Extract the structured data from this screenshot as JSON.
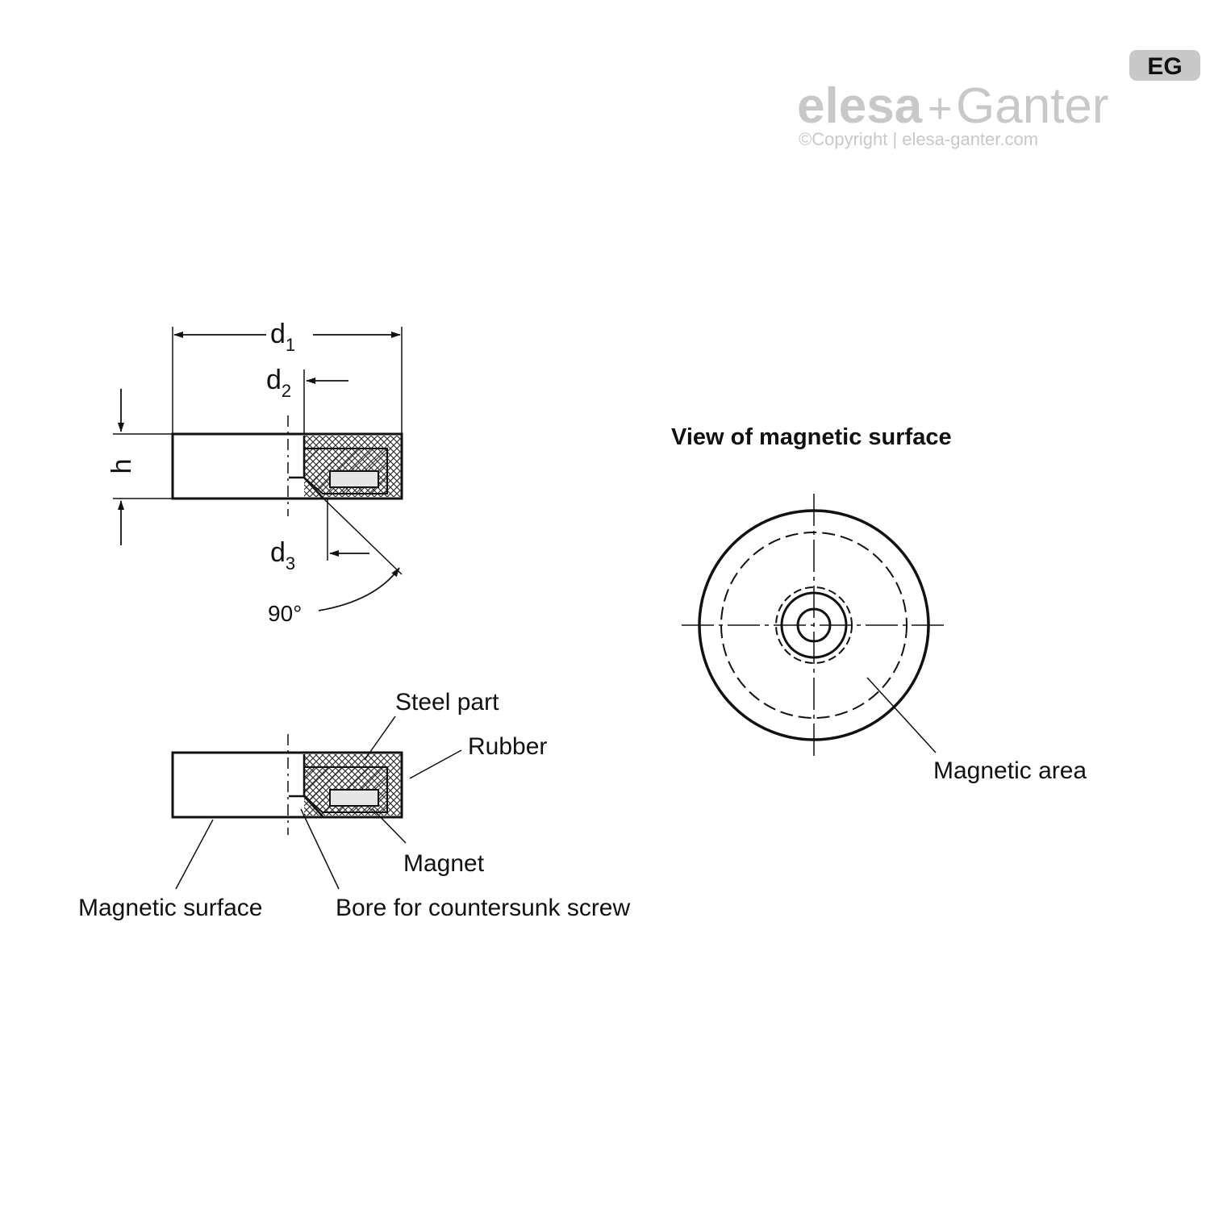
{
  "logo": {
    "brand_left": "elesa",
    "brand_plus": "+",
    "brand_right": "Ganter",
    "badge": "EG",
    "copyright": "©Copyright | elesa-ganter.com"
  },
  "dimensions": {
    "d1_base": "d",
    "d1_sub": "1",
    "d2_base": "d",
    "d2_sub": "2",
    "d3_base": "d",
    "d3_sub": "3",
    "h": "h",
    "angle": "90°"
  },
  "view_title": "View of magnetic surface",
  "callouts": {
    "steel_part": "Steel part",
    "rubber": "Rubber",
    "magnet": "Magnet",
    "magnetic_surface": "Magnetic surface",
    "bore": "Bore for countersunk screw",
    "magnetic_area": "Magnetic area"
  },
  "colors": {
    "line": "#111111",
    "logo": "#c8c8c8",
    "magnet_fill": "#e6e6e6"
  }
}
